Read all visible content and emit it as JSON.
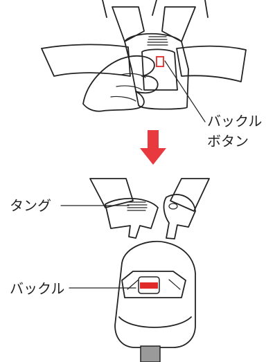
{
  "labels": {
    "buckle_button_line1": "バック",
    "buckle_button_line2": "ボタン",
    "buckle_button_line1_end": "ル",
    "tongue": "タング",
    "buckle": "バックル"
  },
  "colors": {
    "strap": "#9a9a9a",
    "outline": "#222222",
    "arrow": "#e8393f",
    "buckle_red": "#e02a2a",
    "background": "#ffffff"
  }
}
